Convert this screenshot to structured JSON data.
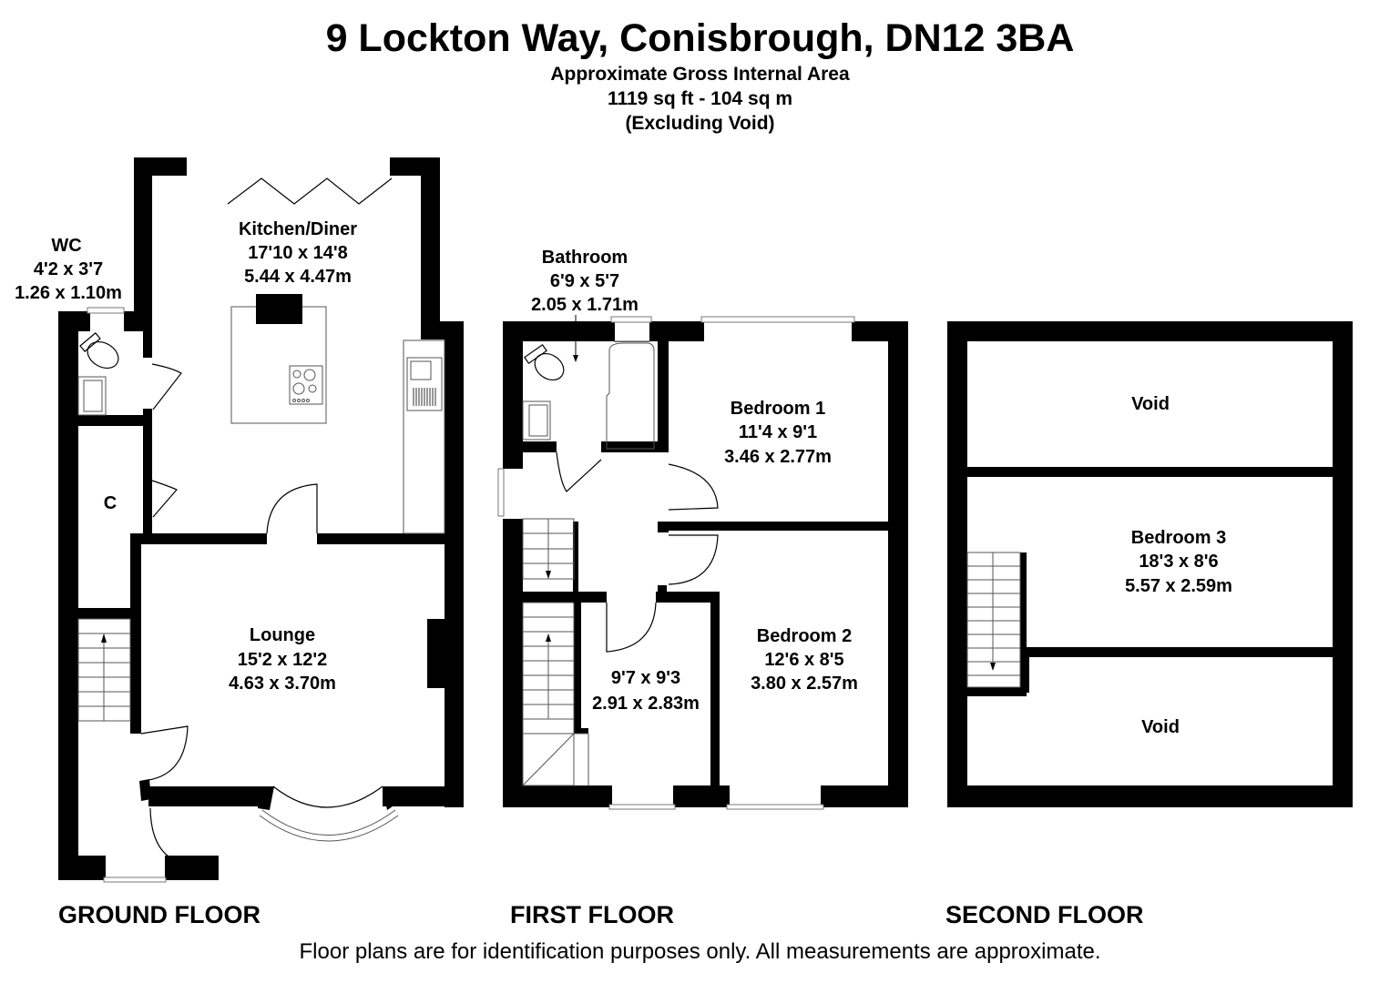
{
  "header": {
    "title": "9 Lockton Way, Conisbrough, DN12 3BA",
    "area_label": "Approximate Gross Internal Area",
    "area_value": "1119 sq ft - 104 sq m",
    "area_note": "(Excluding Void)"
  },
  "floors": {
    "ground": {
      "label": "GROUND FLOOR",
      "rooms": {
        "wc": {
          "name": "WC",
          "imperial": "4'2 x 3'7",
          "metric": "1.26 x 1.10m"
        },
        "kitchen": {
          "name": "Kitchen/Diner",
          "imperial": "17'10 x 14'8",
          "metric": "5.44 x 4.47m"
        },
        "cupboard": {
          "name": "C"
        },
        "lounge": {
          "name": "Lounge",
          "imperial": "15'2 x 12'2",
          "metric": "4.63 x 3.70m"
        }
      }
    },
    "first": {
      "label": "FIRST FLOOR",
      "rooms": {
        "bathroom": {
          "name": "Bathroom",
          "imperial": "6'9 x 5'7",
          "metric": "2.05 x 1.71m"
        },
        "bedroom1": {
          "name": "Bedroom 1",
          "imperial": "11'4 x 9'1",
          "metric": "3.46 x 2.77m"
        },
        "bedroom2": {
          "name": "Bedroom 2",
          "imperial": "12'6 x 8'5",
          "metric": "3.80 x 2.57m"
        },
        "study": {
          "imperial": "9'7 x 9'3",
          "metric": "2.91 x 2.83m"
        }
      }
    },
    "second": {
      "label": "SECOND FLOOR",
      "rooms": {
        "void_top": {
          "name": "Void"
        },
        "bedroom3": {
          "name": "Bedroom 3",
          "imperial": "18'3 x 8'6",
          "metric": "5.57 x 2.59m"
        },
        "void_bottom": {
          "name": "Void"
        }
      }
    }
  },
  "footer": {
    "disclaimer": "Floor plans are for identification purposes only. All measurements are approximate."
  }
}
